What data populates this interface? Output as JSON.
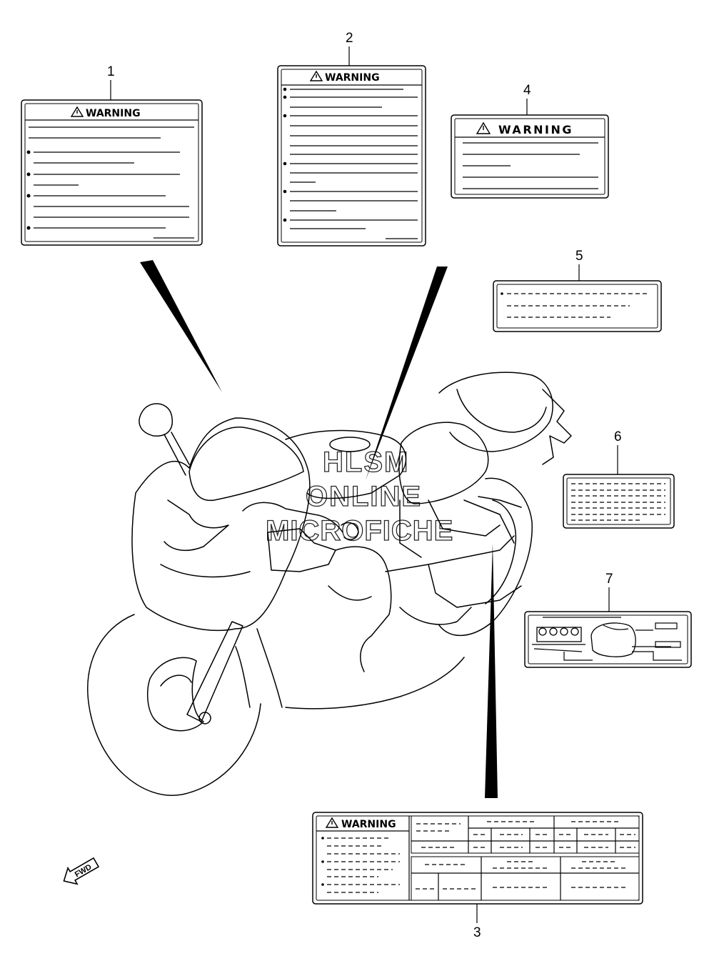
{
  "callouts": [
    "1",
    "2",
    "3",
    "4",
    "5",
    "6",
    "7"
  ],
  "warning_label": "WARNING",
  "fwd_label": "FWD",
  "watermark": [
    "HLSM",
    "ONLINE",
    "MICROFICHE"
  ]
}
